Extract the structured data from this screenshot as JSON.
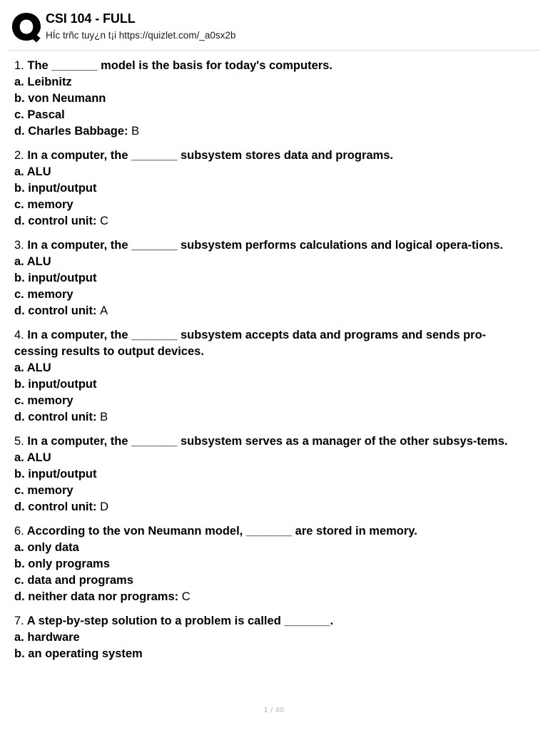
{
  "header": {
    "logo_icon": "quizlet-q-logo-icon",
    "title": "CSI 104 - FULL",
    "subtitle": "HÍc trñc tuy¿n t¡i https://quizlet.com/_a0sx2b"
  },
  "quiz": {
    "blank_placeholder": "_______",
    "questions": [
      {
        "number": "1.",
        "text": "The _______ model is the basis for today's computers.",
        "options": [
          {
            "letter": "a.",
            "text": "Leibnitz",
            "answer": ""
          },
          {
            "letter": "b.",
            "text": "von Neumann",
            "answer": ""
          },
          {
            "letter": "c.",
            "text": "Pascal",
            "answer": ""
          },
          {
            "letter": "d.",
            "text": "Charles Babbage:",
            "answer": "B"
          }
        ]
      },
      {
        "number": "2.",
        "text": "In a computer, the _______ subsystem stores data and programs.",
        "options": [
          {
            "letter": "a.",
            "text": "ALU",
            "answer": ""
          },
          {
            "letter": "b.",
            "text": "input/output",
            "answer": ""
          },
          {
            "letter": "c.",
            "text": "memory",
            "answer": ""
          },
          {
            "letter": "d.",
            "text": "control unit:",
            "answer": "C"
          }
        ]
      },
      {
        "number": "3.",
        "text": "In a computer, the _______ subsystem performs calculations and logical opera-tions.",
        "options": [
          {
            "letter": "a.",
            "text": "ALU",
            "answer": ""
          },
          {
            "letter": "b.",
            "text": "input/output",
            "answer": ""
          },
          {
            "letter": "c.",
            "text": "memory",
            "answer": ""
          },
          {
            "letter": "d.",
            "text": "control unit:",
            "answer": "A"
          }
        ]
      },
      {
        "number": "4.",
        "text": "In a computer, the _______ subsystem accepts data and programs and sends pro-cessing results to output devices.",
        "options": [
          {
            "letter": "a.",
            "text": "ALU",
            "answer": ""
          },
          {
            "letter": "b.",
            "text": "input/output",
            "answer": ""
          },
          {
            "letter": "c.",
            "text": "memory",
            "answer": ""
          },
          {
            "letter": "d.",
            "text": "control unit:",
            "answer": "B"
          }
        ]
      },
      {
        "number": "5.",
        "text": "In a computer, the _______ subsystem serves as a manager of the other subsys-tems.",
        "options": [
          {
            "letter": "a.",
            "text": "ALU",
            "answer": ""
          },
          {
            "letter": "b.",
            "text": "input/output",
            "answer": ""
          },
          {
            "letter": "c.",
            "text": "memory",
            "answer": ""
          },
          {
            "letter": "d.",
            "text": "control unit:",
            "answer": "D"
          }
        ]
      },
      {
        "number": "6.",
        "text": "According to the von Neumann model, _______ are stored in memory.",
        "options": [
          {
            "letter": "a.",
            "text": "only data",
            "answer": ""
          },
          {
            "letter": "b.",
            "text": "only programs",
            "answer": ""
          },
          {
            "letter": "c.",
            "text": "data and programs",
            "answer": ""
          },
          {
            "letter": "d.",
            "text": "neither data nor programs:",
            "answer": "C"
          }
        ]
      },
      {
        "number": "7.",
        "text": "A step-by-step solution to a problem is called _______.",
        "options": [
          {
            "letter": "a.",
            "text": "hardware",
            "answer": ""
          },
          {
            "letter": "b.",
            "text": "an operating system",
            "answer": ""
          }
        ]
      }
    ]
  },
  "footer": {
    "page_indicator": "1 / 40"
  }
}
